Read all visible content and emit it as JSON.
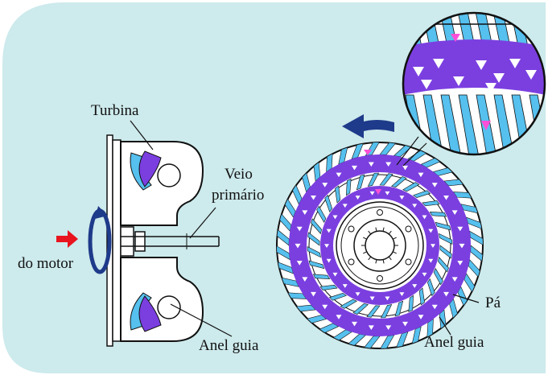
{
  "labels": {
    "turbina": "Turbina",
    "veio_line1": "Veio",
    "veio_line2": "primário",
    "do_motor": "do motor",
    "anel_guia_left": "Anel guia",
    "pa": "Pá",
    "anel_guia_right": "Anel guia"
  },
  "colors": {
    "background_panel": "#cdeaec",
    "turbine_purple": "#7b3fe0",
    "blade_blue": "#56c0ee",
    "arrow_red": "#e8141e",
    "arrow_navy": "#1e3a8a",
    "pink_arrow": "#ff4fd8"
  }
}
